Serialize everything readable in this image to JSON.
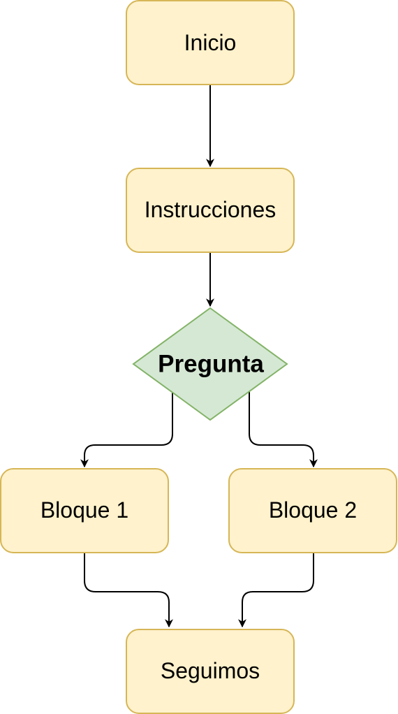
{
  "colors": {
    "process_fill": "#fff2cc",
    "process_stroke": "#d6b656",
    "decision_fill": "#d5e8d4",
    "decision_stroke": "#82b366",
    "edge": "#000000"
  },
  "nodes": {
    "inicio": {
      "label": "Inicio",
      "shape": "rounded-rectangle"
    },
    "instrucciones": {
      "label": "Instrucciones",
      "shape": "rounded-rectangle"
    },
    "pregunta": {
      "label": "Pregunta",
      "shape": "diamond"
    },
    "bloque1": {
      "label": "Bloque 1",
      "shape": "rounded-rectangle"
    },
    "bloque2": {
      "label": "Bloque 2",
      "shape": "rounded-rectangle"
    },
    "seguimos": {
      "label": "Seguimos",
      "shape": "rounded-rectangle"
    }
  },
  "edges": [
    {
      "from": "Inicio",
      "to": "Instrucciones"
    },
    {
      "from": "Instrucciones",
      "to": "Pregunta"
    },
    {
      "from": "Pregunta",
      "to": "Bloque 1"
    },
    {
      "from": "Pregunta",
      "to": "Bloque 2"
    },
    {
      "from": "Bloque 1",
      "to": "Seguimos"
    },
    {
      "from": "Bloque 2",
      "to": "Seguimos"
    }
  ]
}
